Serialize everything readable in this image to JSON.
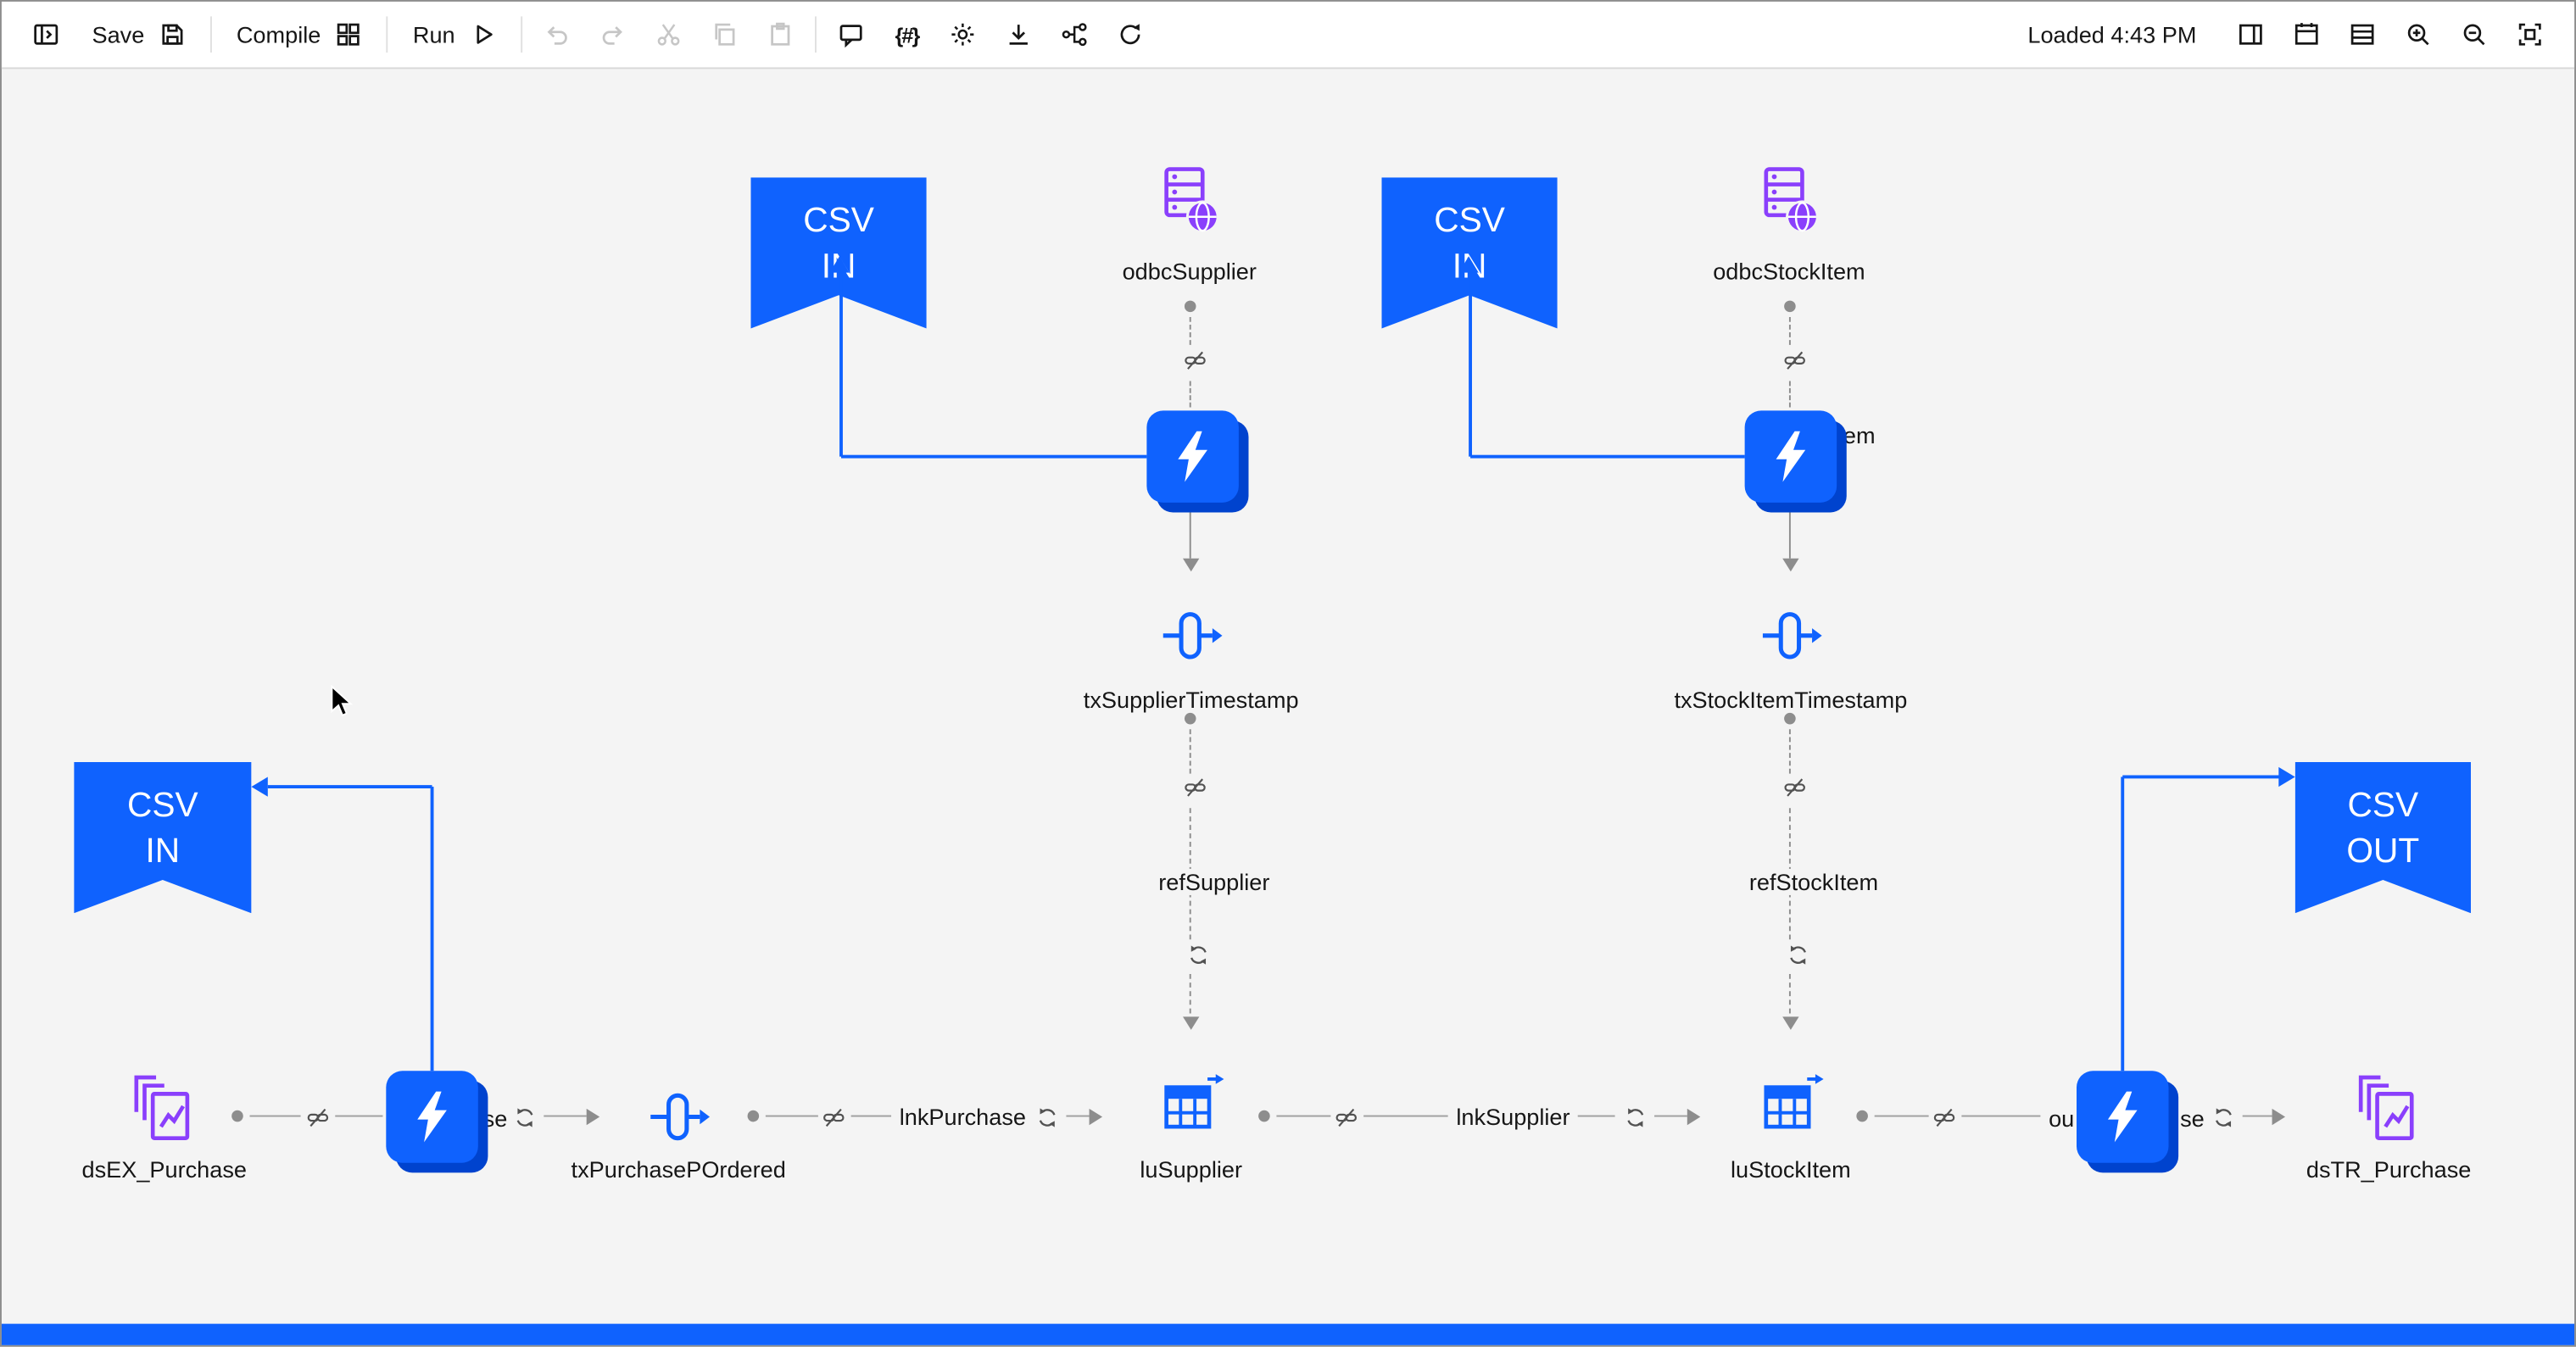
{
  "toolbar": {
    "save_label": "Save",
    "compile_label": "Compile",
    "run_label": "Run",
    "parameters_glyph": "{#}",
    "status_text": "Loaded 4:43 PM"
  },
  "flags": {
    "csv_in_top_left": {
      "line1": "CSV",
      "line2": "IN"
    },
    "csv_in_top_right": {
      "line1": "CSV",
      "line2": "IN"
    },
    "csv_in_bottom_left": {
      "line1": "CSV",
      "line2": "IN"
    },
    "csv_out_bottom_right": {
      "line1": "CSV",
      "line2": "OUT"
    }
  },
  "nodes": {
    "odbc_supplier": "odbcSupplier",
    "odbc_stock_item": "odbcStockItem",
    "tx_supplier_timestamp": "txSupplierTimestamp",
    "tx_stock_item_timestamp": "txStockItemTimestamp",
    "lu_supplier": "luSupplier",
    "lu_stock_item": "luStockItem",
    "ds_ex_purchase": "dsEX_Purchase",
    "tx_purchase_p_ordered": "txPurchasePOrdered",
    "ds_tr_purchase": "dsTR_Purchase"
  },
  "links": {
    "ref_supplier": "refSupplier",
    "ref_stock_item": "refStockItem",
    "lnk_purchase": "lnkPurchase",
    "lnk_supplier": "lnkSupplier",
    "frag_bottom_left_after_bolt": "se",
    "frag_top_right_after_bolt": "em",
    "frag_bottom_right_before_bolt": "ou",
    "frag_bottom_right_after_bolt": "se"
  },
  "colors": {
    "accent_blue": "#0f62fe",
    "accent_blue_dark": "#0043ce",
    "node_purple": "#8a3ffc",
    "connector_gray": "#8d8d8d",
    "canvas_bg": "#f4f4f4"
  }
}
